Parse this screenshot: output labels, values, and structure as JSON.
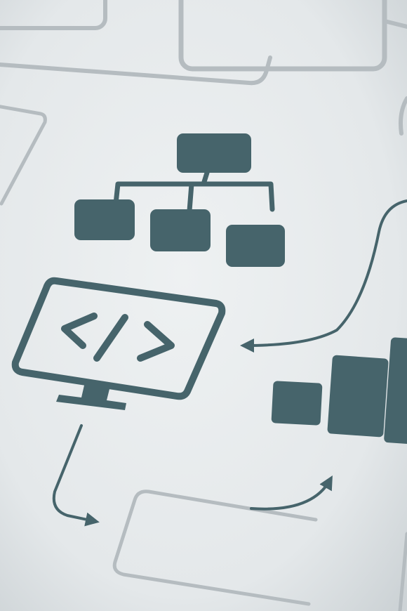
{
  "diagram": {
    "kind": "flowchart illustration",
    "text_labels": [],
    "palette": {
      "paper": "#e6e9eb",
      "ink": "#46646b",
      "faded_ink": "#b5bcc0"
    },
    "icons": [
      "hierarchy-icon",
      "monitor-icon",
      "code-brackets-icon",
      "bar-chart-icon"
    ],
    "connectors": [
      {
        "from": "chart-area",
        "to": "monitor-icon"
      },
      {
        "from": "monitor-icon",
        "to": "bottom-box"
      },
      {
        "from": "bottom-box",
        "to": "bar-chart-icon"
      }
    ]
  }
}
